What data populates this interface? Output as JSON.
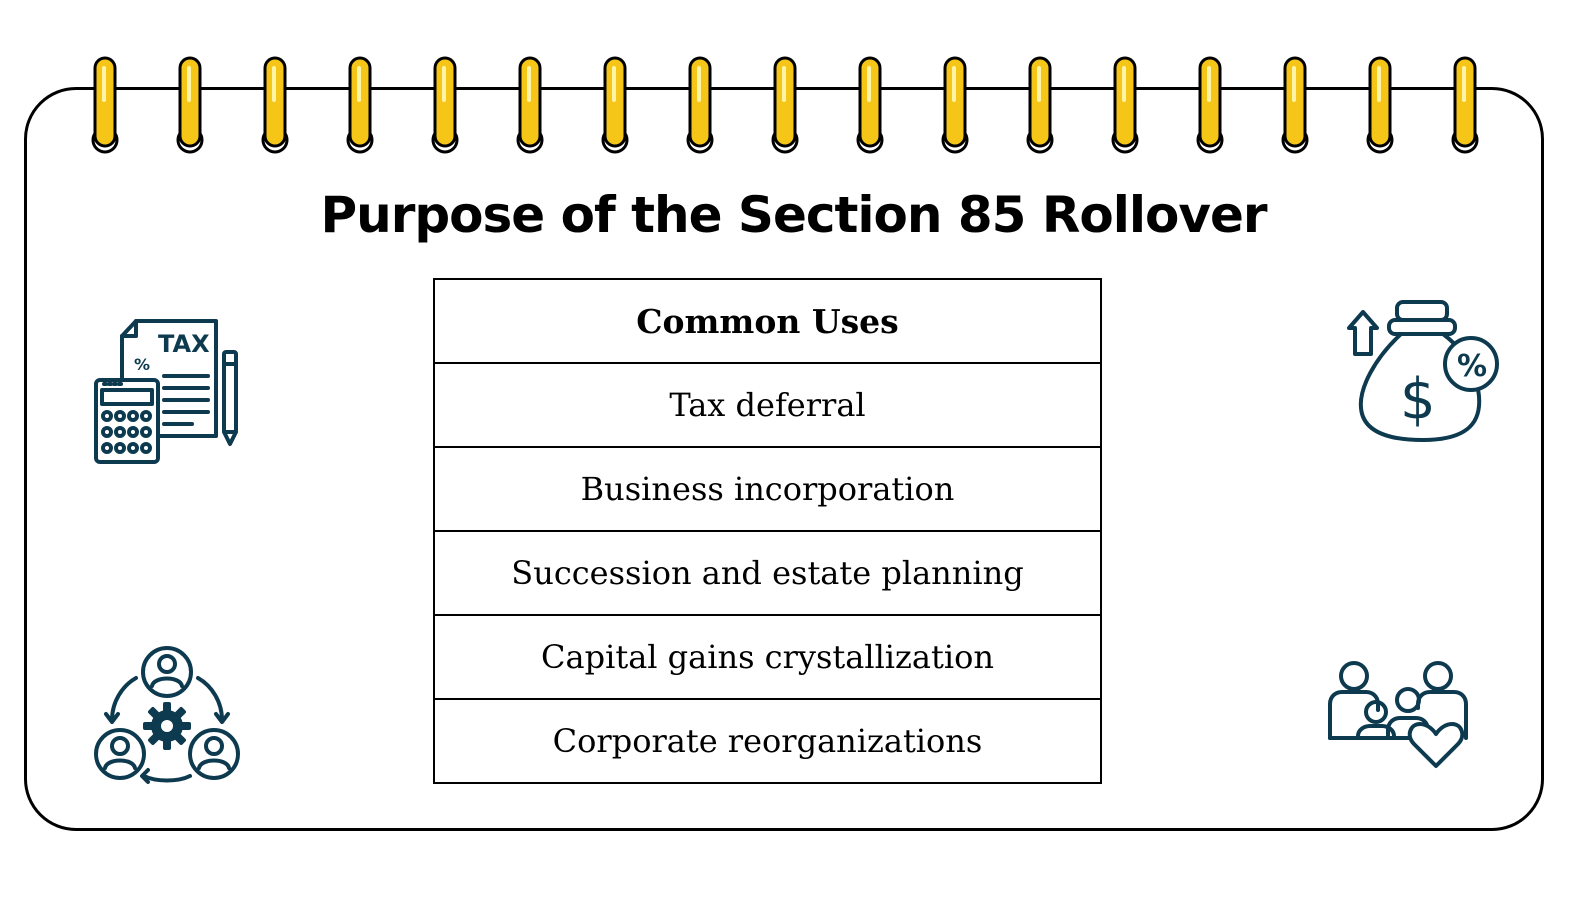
{
  "page": {
    "title": "Purpose of the Section 85 Rollover"
  },
  "table": {
    "header": "Common Uses",
    "rows": [
      "Tax deferral",
      "Business incorporation",
      "Succession and estate planning",
      "Capital gains crystallization",
      "Corporate reorganizations"
    ]
  },
  "icons": {
    "tax_document_label": "TAX",
    "tax_document_percent": "%",
    "money_bag_dollar": "$",
    "money_bag_percent": "%"
  },
  "colors": {
    "icon_stroke": "#0d3a4f",
    "ring_fill": "#f5c518",
    "border": "#000000"
  }
}
